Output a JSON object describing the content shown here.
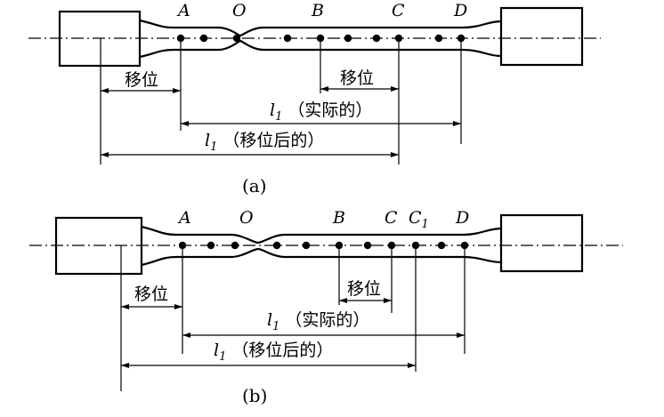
{
  "panel_a": {
    "labels": {
      "A": "A",
      "O": "O",
      "B": "B",
      "C": "C",
      "D": "D"
    },
    "shift_left": "移位",
    "shift_right": "移位",
    "l1_actual": {
      "sym": "l",
      "sub": "1",
      "text": "（实际的）"
    },
    "l1_shifted": {
      "sym": "l",
      "sub": "1",
      "text": "（移位后的）"
    },
    "caption": "(a)"
  },
  "panel_b": {
    "labels": {
      "A": "A",
      "O": "O",
      "B": "B",
      "C": "C",
      "C1": "C",
      "C1_sub": "1",
      "D": "D"
    },
    "shift_left": "移位",
    "shift_right": "移位",
    "l1_actual": {
      "sym": "l",
      "sub": "1",
      "text": "（实际的）"
    },
    "l1_shifted": {
      "sym": "l",
      "sub": "1",
      "text": "（移位后的）"
    },
    "caption": "(b)"
  }
}
